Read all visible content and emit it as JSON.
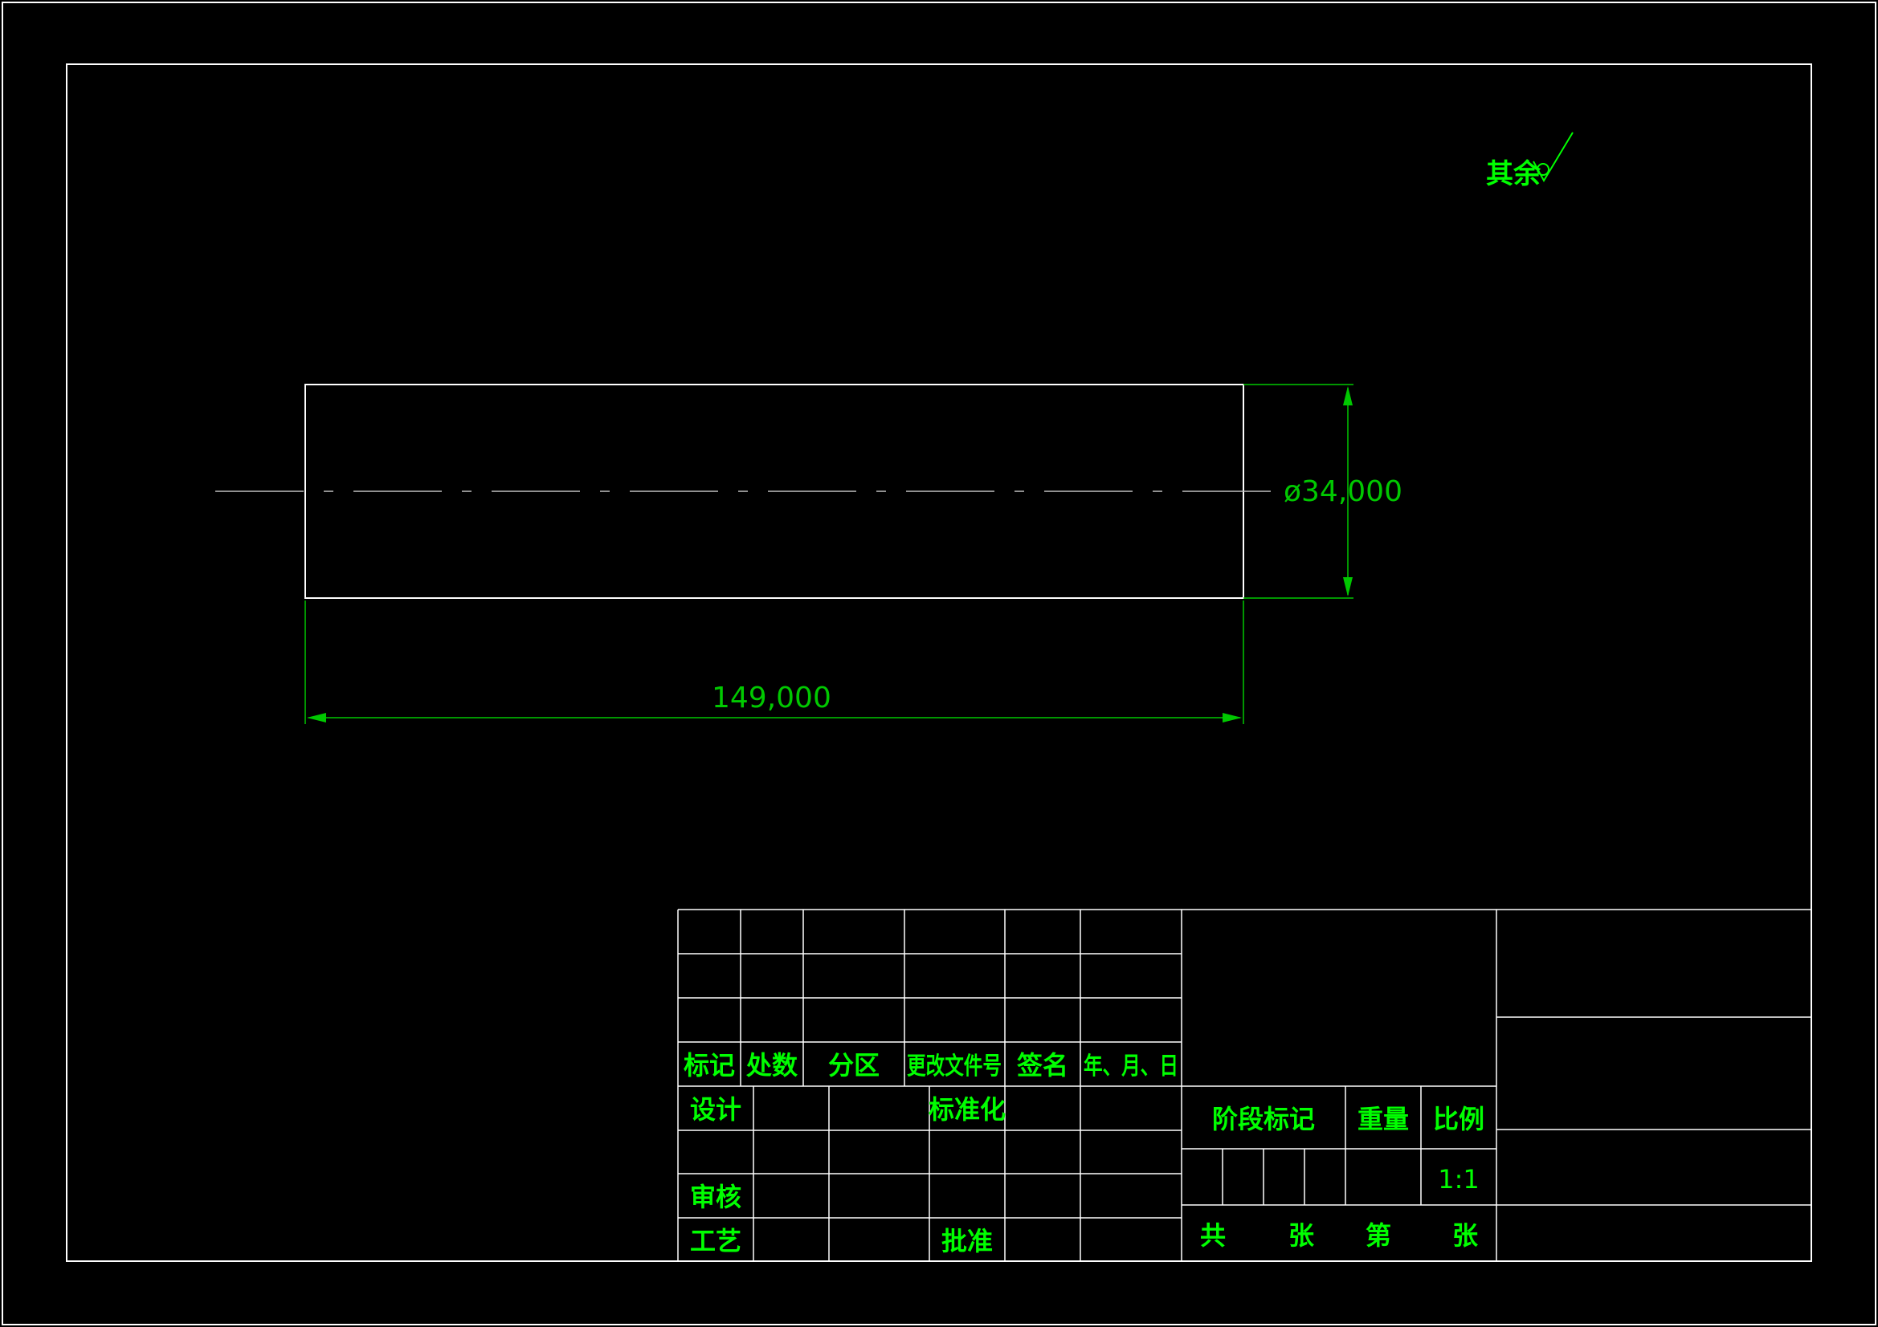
{
  "colors": {
    "background": "#000000",
    "outline": "#ffffff",
    "text": "#00ff00",
    "dimension": "#00c800",
    "grid": "#ffffff"
  },
  "surface_finish": {
    "label": "其余"
  },
  "dimensions": {
    "diameter": "ø34,000",
    "length": "149,000"
  },
  "title_block": {
    "revision_headers": [
      "标记",
      "处数",
      "分区",
      "更改文件号",
      "签名",
      "年、月、日"
    ],
    "design_label": "设计",
    "standardization_label": "标准化",
    "review_label": "审核",
    "process_label": "工艺",
    "approve_label": "批准",
    "stage_mark_label": "阶段标记",
    "weight_label": "重量",
    "scale_label": "比例",
    "scale_value": "1:1",
    "total_label": "共",
    "sheet_label": "张",
    "number_label": "第",
    "sheet_label_2": "张"
  }
}
